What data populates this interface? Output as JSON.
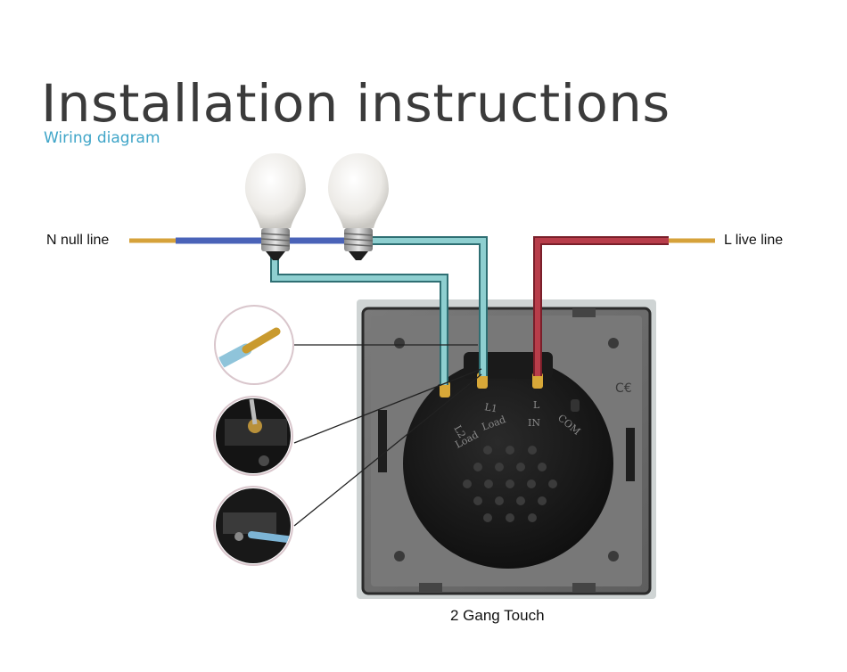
{
  "header": {
    "title": "Installation instructions",
    "subtitle": "Wiring diagram"
  },
  "labels": {
    "null_line": "N null line",
    "live_line": "L live line",
    "caption": "2 Gang Touch"
  },
  "terminals": {
    "l2": "L2",
    "l2_sub": "Load",
    "l1": "L1",
    "l1_sub": "Load",
    "l": "L",
    "l_sub": "IN",
    "com": "COM"
  },
  "colors": {
    "neutral_wire": "#4a63b8",
    "load_wire": "#8ecfd0",
    "live_wire": "#b83d4a",
    "copper": "#d6a23a",
    "panel": "#6f6f6f",
    "switch_body": "#161616"
  },
  "icons": [
    "bulb-icon",
    "stripped-wire-icon",
    "terminal-screw-icon",
    "wire-insert-icon"
  ]
}
